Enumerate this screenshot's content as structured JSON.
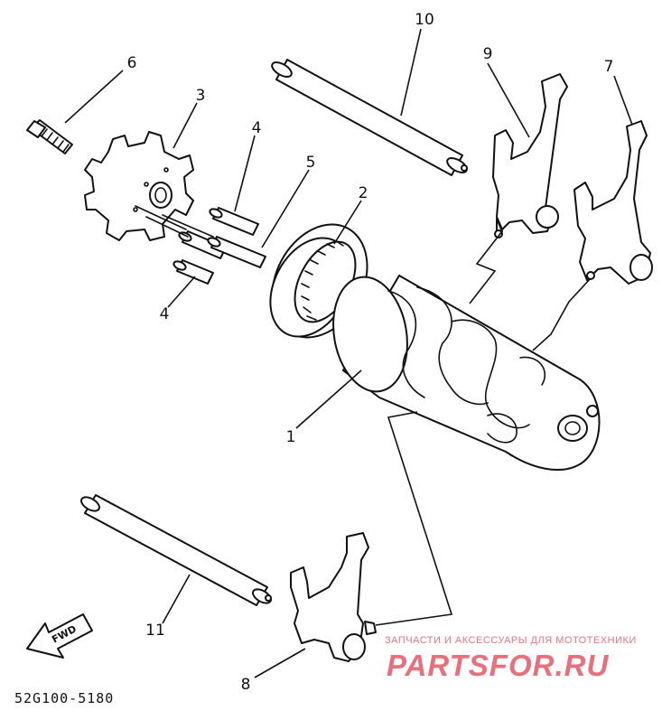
{
  "diagram": {
    "callouts": [
      {
        "id": "1",
        "text": "1"
      },
      {
        "id": "2",
        "text": "2"
      },
      {
        "id": "3",
        "text": "3"
      },
      {
        "id": "4a",
        "text": "4"
      },
      {
        "id": "4b",
        "text": "4"
      },
      {
        "id": "5",
        "text": "5"
      },
      {
        "id": "6",
        "text": "6"
      },
      {
        "id": "7",
        "text": "7"
      },
      {
        "id": "8",
        "text": "8"
      },
      {
        "id": "9",
        "text": "9"
      },
      {
        "id": "10",
        "text": "10"
      },
      {
        "id": "11",
        "text": "11"
      }
    ],
    "direction_label": "FWD",
    "drawing_code": "52G100-5180"
  },
  "watermark": {
    "subtitle": "ЗАПЧАСТИ И АКСЕССУАРЫ ДЛЯ МОТОТЕХНИКИ",
    "brand": "PARTSFOR.RU",
    "color": "#e8707c"
  }
}
